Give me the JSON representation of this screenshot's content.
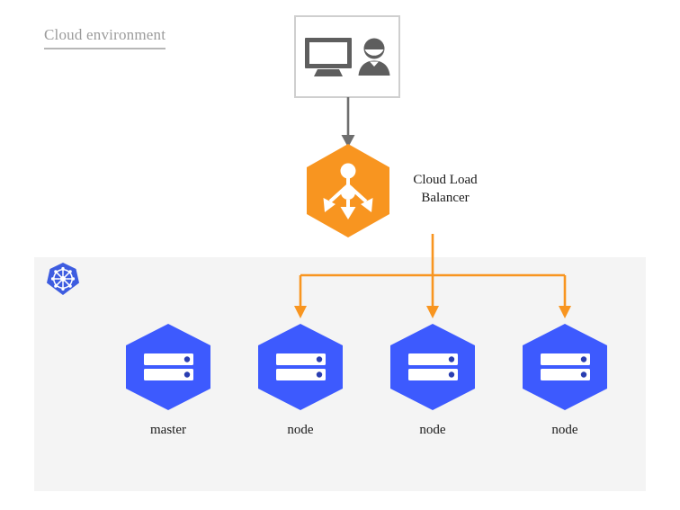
{
  "diagram": {
    "title": "Cloud environment",
    "background_color": "#ffffff",
    "panel_color": "#f4f4f4"
  },
  "colors": {
    "orange": "#f89520",
    "blue": "#3d5afe",
    "blue_dark": "#2a3eb1",
    "gray_icon": "#5e5e5e",
    "gray_border": "#cfcfcf",
    "gray_text": "#9b9b9b",
    "k8s_blue": "#3d5ce0"
  },
  "client": {
    "name": "client-box",
    "monitor_icon": "monitor-icon",
    "user_icon": "user-icon"
  },
  "connector_client_to_lb": {
    "icon": "down-arrow-icon",
    "color": "#6e6e6e"
  },
  "load_balancer": {
    "icon": "load-balancer-distribute-icon",
    "label_line_1": "Cloud Load",
    "label_line_2": "Balancer",
    "color": "#f89520"
  },
  "cluster": {
    "logo": "kubernetes-logo-icon",
    "nodes": [
      {
        "label": "master",
        "icon": "server-icon",
        "has_inbound_arrow": false
      },
      {
        "label": "node",
        "icon": "server-icon",
        "has_inbound_arrow": true
      },
      {
        "label": "node",
        "icon": "server-icon",
        "has_inbound_arrow": true
      },
      {
        "label": "node",
        "icon": "server-icon",
        "has_inbound_arrow": true
      }
    ]
  }
}
